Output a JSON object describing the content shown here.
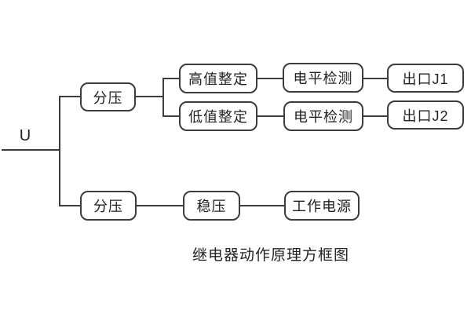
{
  "colors": {
    "line": "#3c3c3c",
    "text": "#222222",
    "background": "#ffffff"
  },
  "diagram": {
    "input_label": "U",
    "caption": "继电器动作原理方框图",
    "nodes": {
      "fenya_top": "分压",
      "gaozhi": "高值整定",
      "dianping1": "电平检测",
      "chukou_j1": "出口J1",
      "dizhi": "低值整定",
      "dianping2": "电平检测",
      "chukou_j2": "出口J2",
      "fenya_bottom": "分压",
      "wenya": "稳压",
      "gongzuo": "工作电源"
    }
  }
}
